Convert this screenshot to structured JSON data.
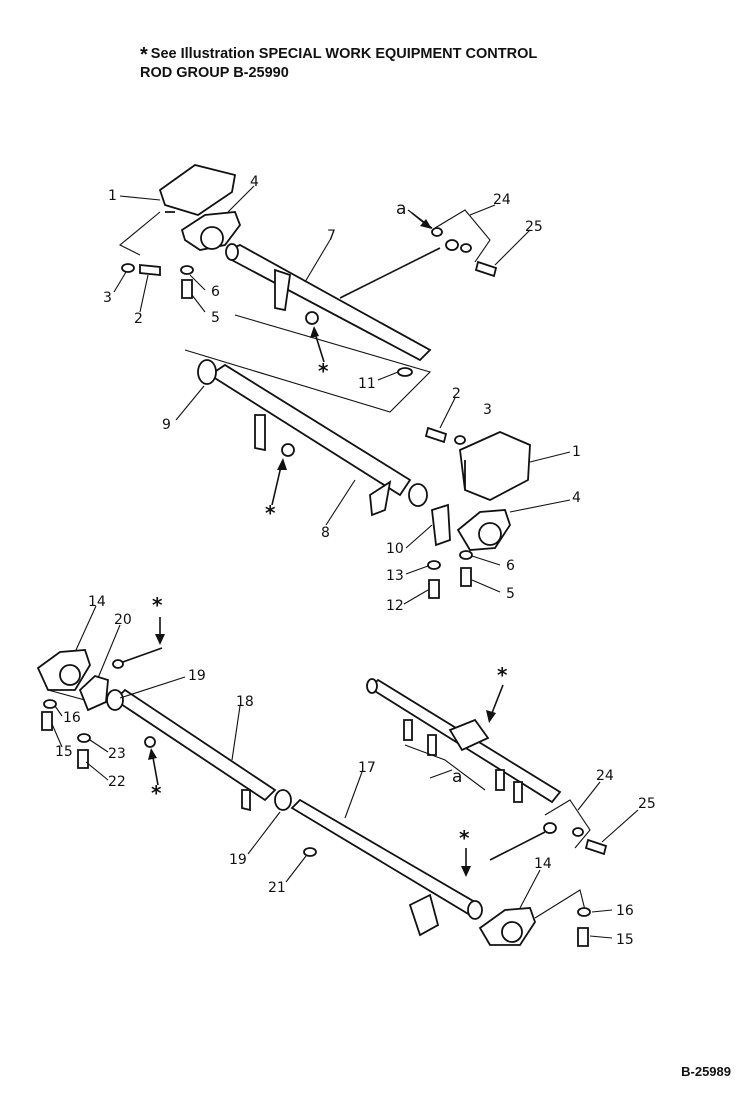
{
  "header": {
    "star": "*",
    "line1": "See Illustration SPECIAL WORK EQUIPMENT CONTROL",
    "line2": "ROD GROUP B-25990"
  },
  "figure_code": "B-25989",
  "callouts": {
    "c1a": "1",
    "c4a": "4",
    "c3": "3",
    "c2a": "2",
    "c6a": "6",
    "c5a": "5",
    "c7": "7",
    "c24a": "24",
    "c25a": "25",
    "ca1": "a",
    "c11": "11",
    "c9": "9",
    "c8": "8",
    "c2b": "2",
    "c3b": "3",
    "c1b": "1",
    "c4b": "4",
    "c10": "10",
    "c13": "13",
    "c6b": "6",
    "c12": "12",
    "c5b": "5",
    "c14a": "14",
    "c20": "20",
    "c19a": "19",
    "c18": "18",
    "c16a": "16",
    "c15a": "15",
    "c23": "23",
    "c22": "22",
    "c17": "17",
    "c24b": "24",
    "c25b": "25",
    "ca2": "a",
    "c19b": "19",
    "c21": "21",
    "c14b": "14",
    "c16b": "16",
    "c15b": "15"
  },
  "asterisk": "*"
}
